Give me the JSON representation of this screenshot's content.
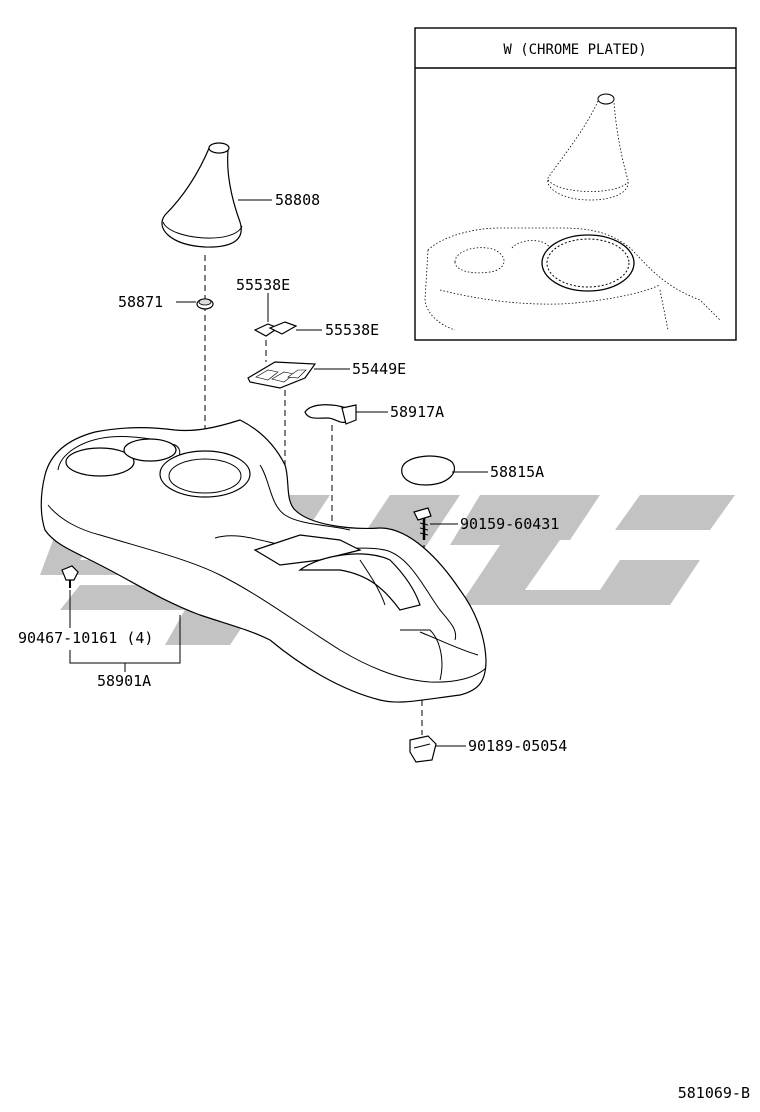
{
  "inset": {
    "title": "W (CHROME  PLATED)"
  },
  "parts": {
    "shift_boot": "58808",
    "boot_retainer": "58871",
    "clip_upper": "55538E",
    "clip_side": "55538E",
    "mat": "55449E",
    "lid": "58917A",
    "cap": "58815A",
    "screw": "90159-60431",
    "clip_left": "90467-10161 (4)",
    "console_box": "58901A",
    "nut": "90189-05054"
  },
  "drawing_id": "581069-B"
}
